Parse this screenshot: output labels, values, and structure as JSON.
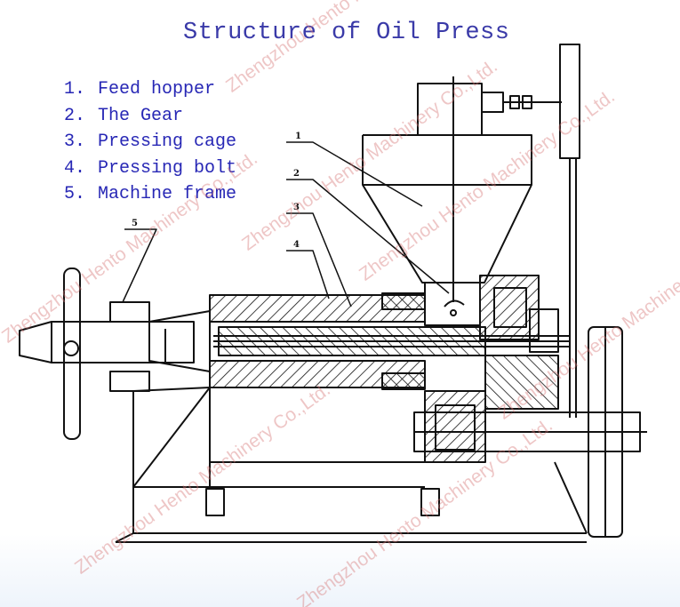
{
  "title": "Structure of Oil Press",
  "legend": [
    {
      "num": "1.",
      "label": "Feed hopper"
    },
    {
      "num": "2.",
      "label": "The Gear"
    },
    {
      "num": "3.",
      "label": "Pressing cage"
    },
    {
      "num": "4.",
      "label": "Pressing bolt"
    },
    {
      "num": "5.",
      "label": "Machine frame"
    }
  ],
  "callouts": [
    "1",
    "2",
    "3",
    "4",
    "5"
  ],
  "watermark": "Zhengzhou Hento Machinery Co.,Ltd.",
  "colors": {
    "title": "#3a3aa8",
    "legend": "#2727b5",
    "line": "#111111",
    "watermark": "#d67878"
  }
}
